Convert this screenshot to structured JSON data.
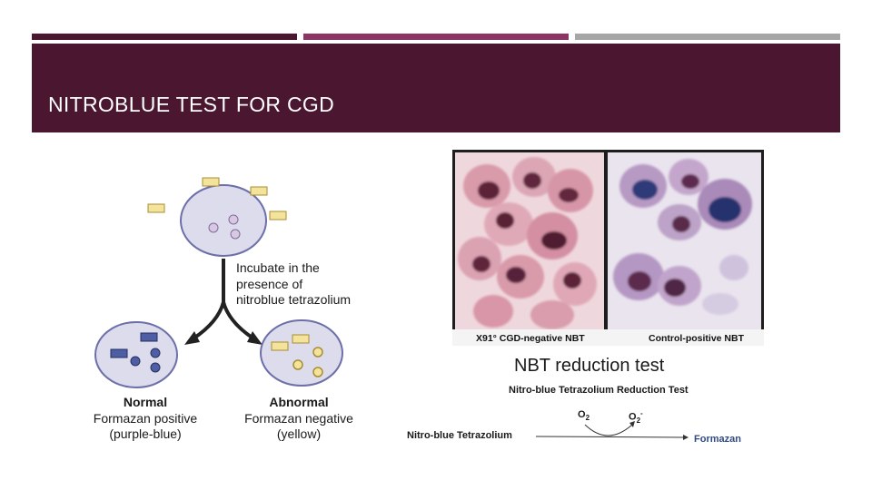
{
  "slide": {
    "title": "NITROBLUE TEST FOR CGD"
  },
  "theme": {
    "title_band_color": "#4a1630",
    "bar_colors": [
      "#4a1630",
      "#8c3564",
      "#a6a6a6"
    ],
    "title_text_color": "#ffffff"
  },
  "left_diagram": {
    "incubate_lines": [
      "Incubate in the",
      "presence of",
      "nitroblue tetrazolium"
    ],
    "normal": {
      "heading": "Normal",
      "line1": "Formazan positive",
      "line2": "(purple-blue)"
    },
    "abnormal": {
      "heading": "Abnormal",
      "line1": "Formazan negative",
      "line2": "(yellow)"
    }
  },
  "micrograph": {
    "left_panel_label": "X91° CGD-negative NBT",
    "right_panel_label": "Control-positive NBT",
    "caption": "NBT reduction test"
  },
  "reaction": {
    "title": "Nitro-blue Tetrazolium Reduction Test",
    "reactant": "Nitro-blue Tetrazolium",
    "product": "Formazan",
    "o2_label": "O",
    "o2_sub": "2",
    "superoxide_label": "O",
    "superoxide_sub": "2",
    "superoxide_sup": "-"
  }
}
